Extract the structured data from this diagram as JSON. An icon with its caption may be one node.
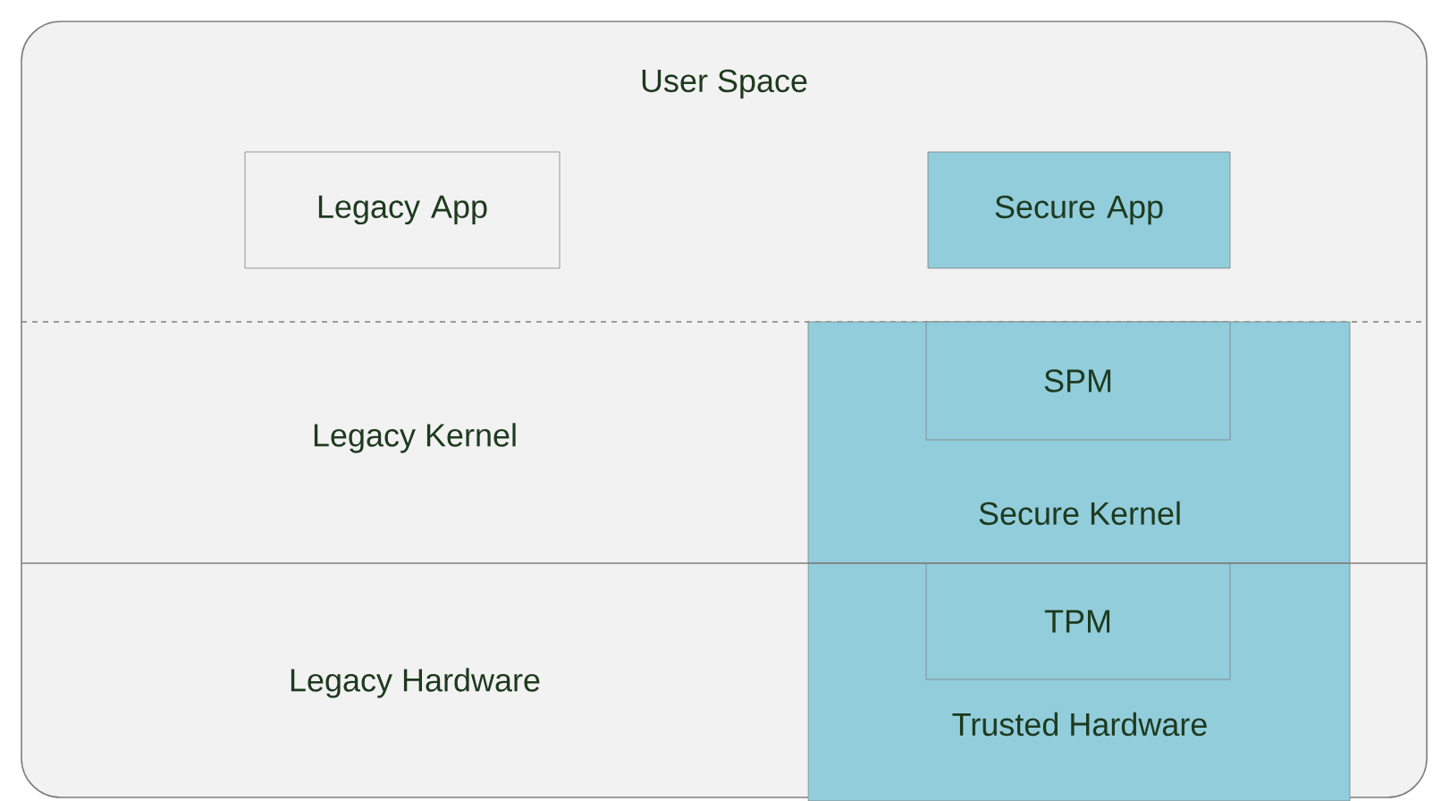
{
  "diagram": {
    "nodes": [
      {
        "text": [
          "User Space"
        ]
      },
      {
        "text": [
          "Legacy App"
        ],
        "in": 0
      },
      {
        "text": [
          "Secure App"
        ],
        "in": 0
      },
      {
        "text": [
          "Legacy Kernel"
        ]
      },
      {
        "text": [
          "Secure Kernel"
        ],
        "in": 3
      },
      {
        "text": [
          "SPM"
        ],
        "in": 4
      },
      {
        "text": [
          "Legacy Hardware"
        ]
      },
      {
        "text": [
          "Trusted Hardware"
        ],
        "in": 6
      },
      {
        "text": [
          "TPM"
        ],
        "in": 7
      }
    ]
  }
}
